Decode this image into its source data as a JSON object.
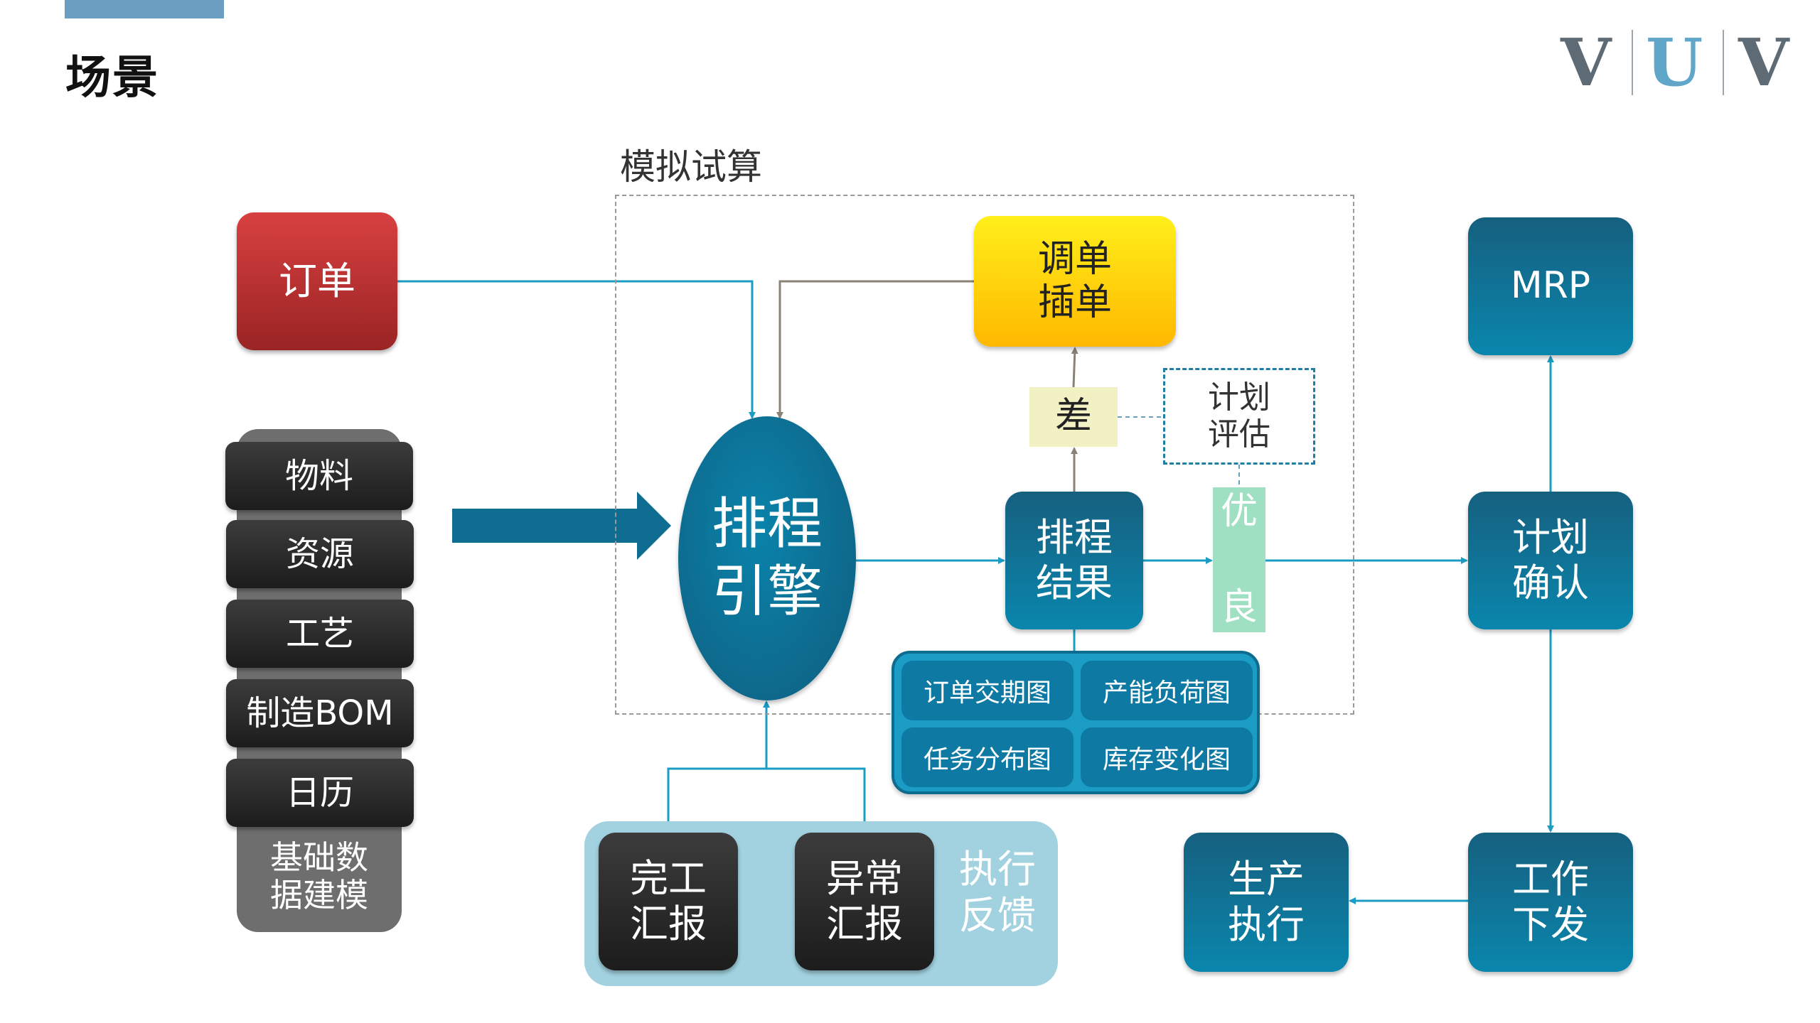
{
  "header": {
    "title": "场景"
  },
  "logo": {
    "letters": [
      "V",
      "U",
      "V"
    ]
  },
  "colors": {
    "teal": "#0a86ad",
    "dark": "#1c1c1c",
    "red": "#c83232",
    "yellow": "#ffd200",
    "light_blue": "#a2d2e0",
    "mint": "#9fe0c2",
    "pale_yellow": "#f2f1c4"
  },
  "diagram": {
    "simulation_label": "模拟试算",
    "order": [
      "订单"
    ],
    "adjust": [
      "调单",
      "插单"
    ],
    "diff": "差",
    "evaluation": [
      "计划",
      "评估"
    ],
    "good": [
      "优",
      "良"
    ],
    "engine": [
      "排程",
      "引擎"
    ],
    "result": [
      "排程",
      "结果"
    ],
    "charts": [
      "订单交期图",
      "产能负荷图",
      "任务分布图",
      "库存变化图"
    ],
    "mrp": "MRP",
    "confirm": [
      "计划",
      "确认"
    ],
    "issue": [
      "工作",
      "下发"
    ],
    "production": [
      "生产",
      "执行"
    ],
    "base_data": {
      "items": [
        "物料",
        "资源",
        "工艺",
        "制造BOM",
        "日历"
      ],
      "label": [
        "基础数",
        "据建模"
      ]
    },
    "feedback": {
      "done": [
        "完工",
        "汇报"
      ],
      "abnormal": [
        "异常",
        "汇报"
      ],
      "label": [
        "执行",
        "反馈"
      ]
    }
  }
}
